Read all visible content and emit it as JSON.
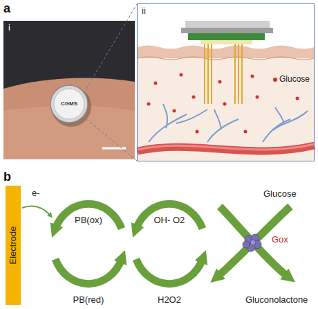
{
  "diagram": {
    "nodes": [
      {
        "text": [
          "ii"
        ]
      },
      {
        "text": [
          "Electrode"
        ]
      }
    ],
    "labels": [
      "a",
      "i",
      "CGMS",
      "Glucose",
      "b",
      "e-",
      "PB(ox)",
      "PB(red)",
      "OH- O2",
      "H2O2",
      "Glucose",
      "Gluconolactone",
      "Gox"
    ]
  }
}
